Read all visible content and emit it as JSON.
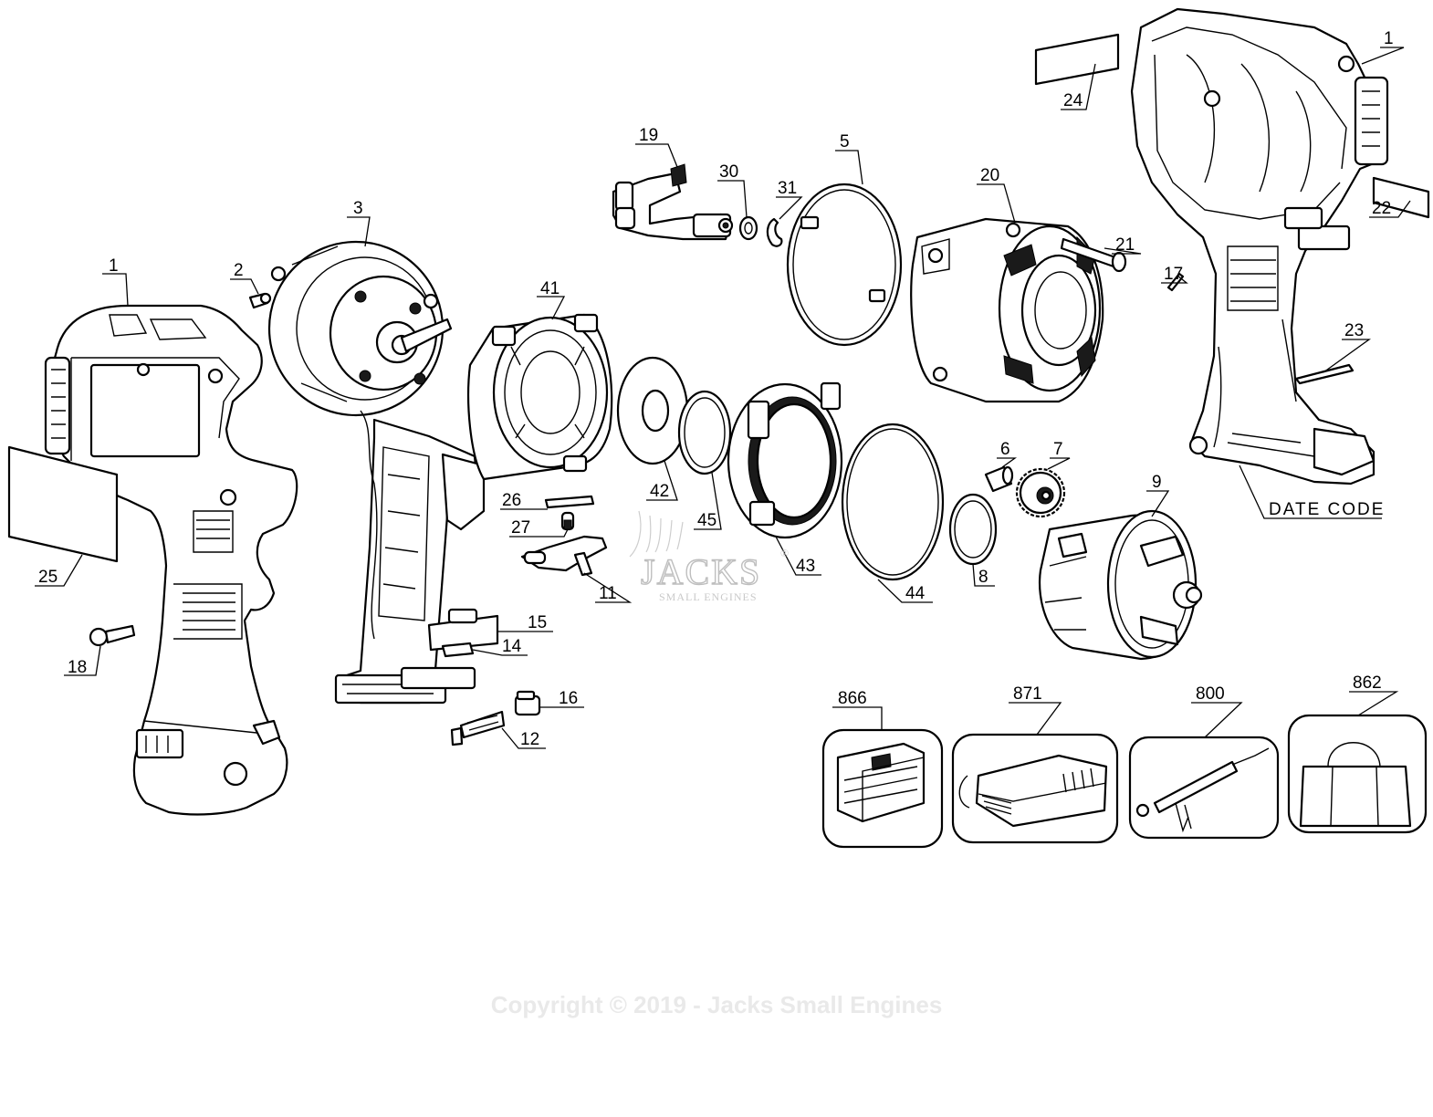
{
  "callouts": {
    "c1a": "1",
    "c1b": "1",
    "c2": "2",
    "c3": "3",
    "c5": "5",
    "c6": "6",
    "c7": "7",
    "c8": "8",
    "c9": "9",
    "c11": "11",
    "c12": "12",
    "c14": "14",
    "c15": "15",
    "c16": "16",
    "c17": "17",
    "c18": "18",
    "c19": "19",
    "c20": "20",
    "c21": "21",
    "c22": "22",
    "c23": "23",
    "c24": "24",
    "c25": "25",
    "c26": "26",
    "c27": "27",
    "c30": "30",
    "c31": "31",
    "c41": "41",
    "c42": "42",
    "c43": "43",
    "c44": "44",
    "c45": "45",
    "c800": "800",
    "c862": "862",
    "c866": "866",
    "c871": "871"
  },
  "date_code_label": "DATE CODE",
  "watermark": {
    "brand": "JACKS",
    "tagline": "SMALL ENGINES",
    "registered": "®"
  },
  "copyright": "Copyright © 2019 - Jacks Small Engines"
}
